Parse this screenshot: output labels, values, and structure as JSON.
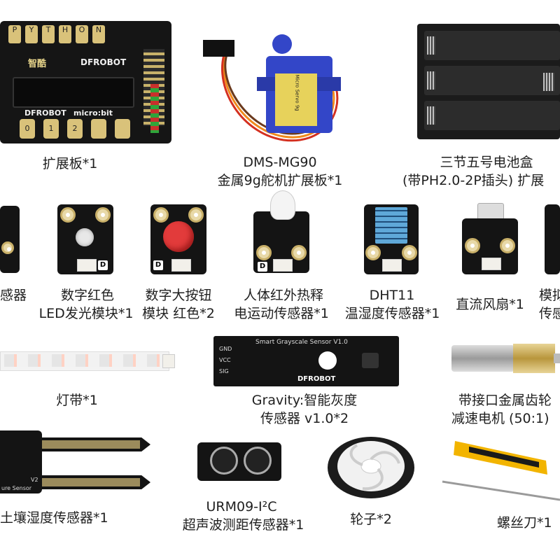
{
  "captions": {
    "expansion_board": "扩展板*1",
    "servo_line1": "DMS-MG90",
    "servo_line2": "金属9g舵机扩展板*1",
    "battery_line1": "三节五号电池盒",
    "battery_line2": "(带PH2.0-2P插头) 扩展",
    "sensor_left": "感器",
    "red_led_line1": "数字红色",
    "red_led_line2": "LED发光模块*1",
    "button_line1": "数字大按钮",
    "button_line2": "模块 红色*2",
    "pir_line1": "人体红外热释",
    "pir_line2": "电运动传感器*1",
    "dht_line1": "DHT11",
    "dht_line2": "温湿度传感器*1",
    "fan": "直流风扇*1",
    "analog_line1": "模拟",
    "analog_line2": "传感",
    "led_strip": "灯带*1",
    "grayscale_line1": "Gravity:智能灰度",
    "grayscale_line2": "传感器 v1.0*2",
    "motor_line1": "带接口金属齿轮",
    "motor_line2": "减速电机 (50:1)",
    "soil": "土壤湿度传感器*1",
    "ultrasonic_line1": "URM09-I²C",
    "ultrasonic_line2": "超声波测距传感器*1",
    "wheel": "轮子*2",
    "screwdriver": "螺丝刀*1"
  },
  "labels": {
    "board_brand": "DFROBOT",
    "board_micro": "micro:bit",
    "board_pins": [
      "P",
      "Y",
      "T",
      "H",
      "O",
      "N"
    ],
    "board_numbers": [
      "0",
      "1",
      "2"
    ],
    "board_cn_logo": "智酷",
    "servo_sticker": "Micro Servo 9g",
    "grayscale_title": "Smart Grayscale Sensor V1.0",
    "grayscale_pins": [
      "GND",
      "VCC",
      "SIG"
    ],
    "grayscale_brand": "DFROBOT",
    "soil_text": "ure Sensor",
    "soil_ver": "V2"
  },
  "colors": {
    "pcb": "#141414",
    "gold": "#d9c27a",
    "red_button": "#e23b3b",
    "dht_blue": "#5fa8d8",
    "servo_blue": "#3346c8",
    "wire_orange": "#f08a1c",
    "wire_red": "#d43020",
    "wire_brown": "#6b3a1e",
    "screwdriver_yellow": "#f2b400",
    "tire": "#1c1c1c"
  }
}
